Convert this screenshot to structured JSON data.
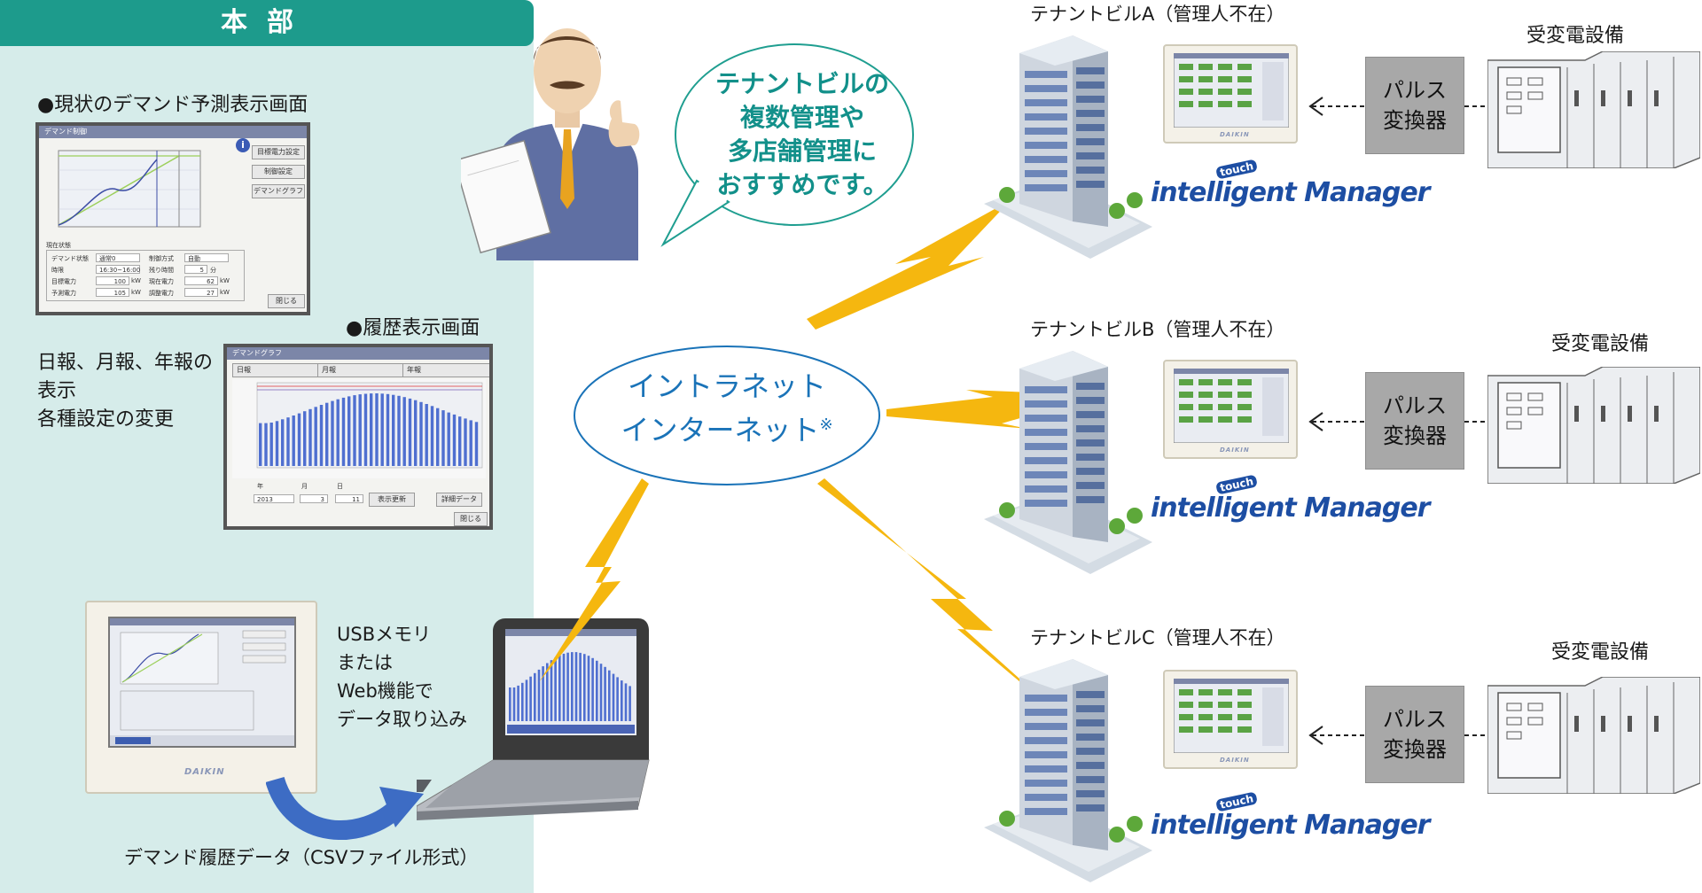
{
  "hq": {
    "header": "本部",
    "demand_screen_caption": "●現状のデマンド予測表示画面",
    "history_screen_caption": "●履歴表示画面",
    "history_notes": [
      "日報、月報、年報の",
      "表示",
      "各種設定の変更"
    ],
    "usb_notes": [
      "USBメモリ",
      "または",
      "Web機能で",
      "データ取り込み"
    ],
    "csv_caption": "デマンド履歴データ（CSVファイル形式）"
  },
  "demand_screen": {
    "title": "デマンド制御",
    "buttons": [
      "目標電力設定",
      "制御設定",
      "デマンドグラフ"
    ],
    "status_heading": "現在状態",
    "fields": [
      {
        "label": "デマンド状態",
        "value": "通常0"
      },
      {
        "label": "時限",
        "value": "16:30~16:00"
      },
      {
        "label": "目標電力",
        "value": "100",
        "unit": "kW"
      },
      {
        "label": "予測電力",
        "value": "105",
        "unit": "kW"
      },
      {
        "label": "制御方式",
        "value": "自動"
      },
      {
        "label": "残り時間",
        "value": "5",
        "unit": "分"
      },
      {
        "label": "現在電力",
        "value": "62",
        "unit": "kW"
      },
      {
        "label": "調整電力",
        "value": "27",
        "unit": "kW"
      }
    ],
    "close_label": "閉じる"
  },
  "history_screen": {
    "title": "デマンドグラフ",
    "tabs": [
      "日報",
      "月報",
      "年報"
    ],
    "selectors": [
      "年",
      "月",
      "日"
    ],
    "year_value": "2013",
    "month_value": "3",
    "day_value": "11",
    "buttons": [
      "表示更新",
      "詳細データ"
    ],
    "close_label": "閉じる"
  },
  "manager": {
    "speech": [
      "テナントビルの",
      "複数管理や",
      "多店舗管理に",
      "おすすめです。"
    ]
  },
  "network": {
    "lines": [
      "イントラネット",
      "インターネット"
    ],
    "mark": "※"
  },
  "device": {
    "brand": "DAIKIN"
  },
  "sites": [
    {
      "title": "テナントビルA（管理人不在）",
      "equipment": "受変電設備",
      "converter": [
        "パルス",
        "変換器"
      ],
      "logo_main": "intelligent Manager",
      "logo_touch": "touch"
    },
    {
      "title": "テナントビルB（管理人不在）",
      "equipment": "受変電設備",
      "converter": [
        "パルス",
        "変換器"
      ],
      "logo_main": "intelligent Manager",
      "logo_touch": "touch"
    },
    {
      "title": "テナントビルC（管理人不在）",
      "equipment": "受変電設備",
      "converter": [
        "パルス",
        "変換器"
      ],
      "logo_main": "intelligent Manager",
      "logo_touch": "touch"
    }
  ],
  "colors": {
    "hq_panel": "#d6ecea",
    "hq_header": "#1d9b8c",
    "speech_text": "#12908a",
    "network_text": "#1a73b8",
    "lightning": "#f5b70f",
    "logo_blue": "#1d4ea3"
  }
}
